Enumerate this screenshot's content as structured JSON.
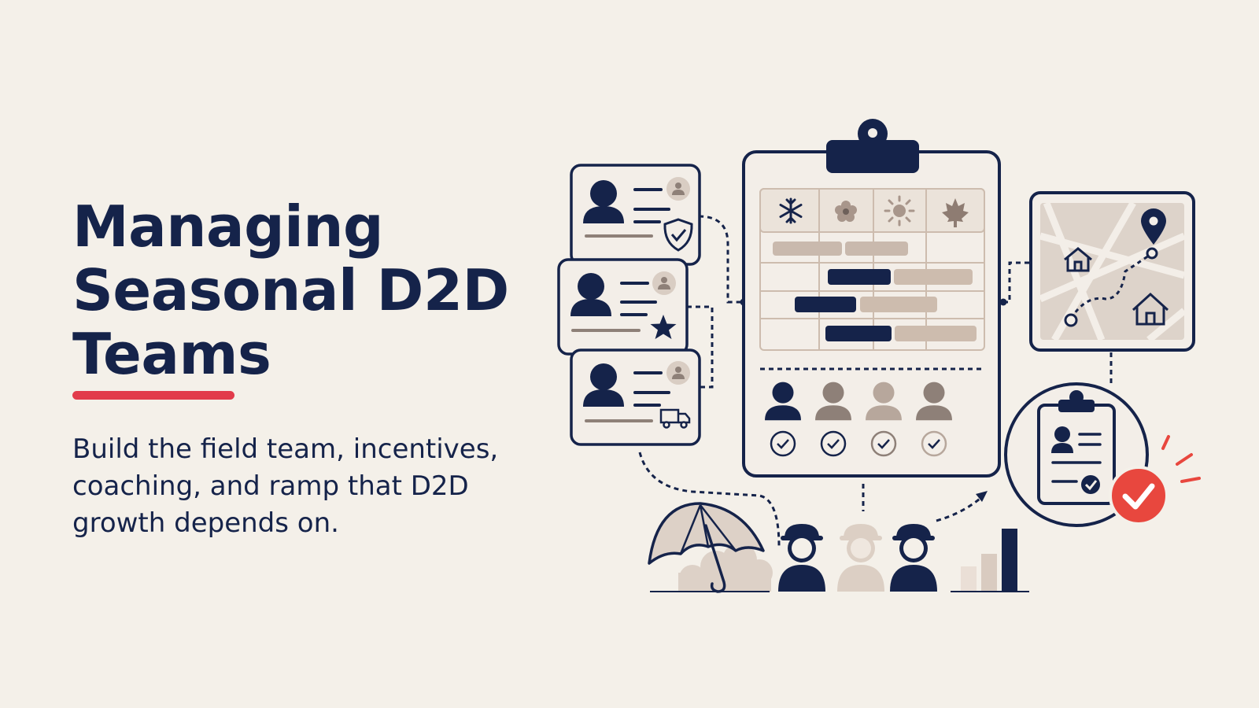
{
  "hero": {
    "title_lines": [
      "Managing",
      "Seasonal D2D",
      "Teams"
    ],
    "subtitle_lines": [
      "Build the field team, incentives,",
      "coaching, and ramp that D2D",
      "growth depends on."
    ]
  },
  "colors": {
    "background": "#f4f0e9",
    "navy": "#15234a",
    "accent_red": "#e23b4b",
    "card_fill": "#f3eee8",
    "taupe": "#cdbcae",
    "taupe_dark": "#8e8078"
  },
  "illustration": {
    "season_icons": [
      "snowflake-icon",
      "flower-icon",
      "sun-icon",
      "maple-leaf-icon"
    ],
    "candidate_card_badges": [
      "shield-check-icon",
      "star-icon",
      "truck-icon"
    ],
    "team_member_count": 4,
    "field_worker_count": 3,
    "growth_bar_levels": [
      0.4,
      0.6,
      1.0
    ]
  }
}
